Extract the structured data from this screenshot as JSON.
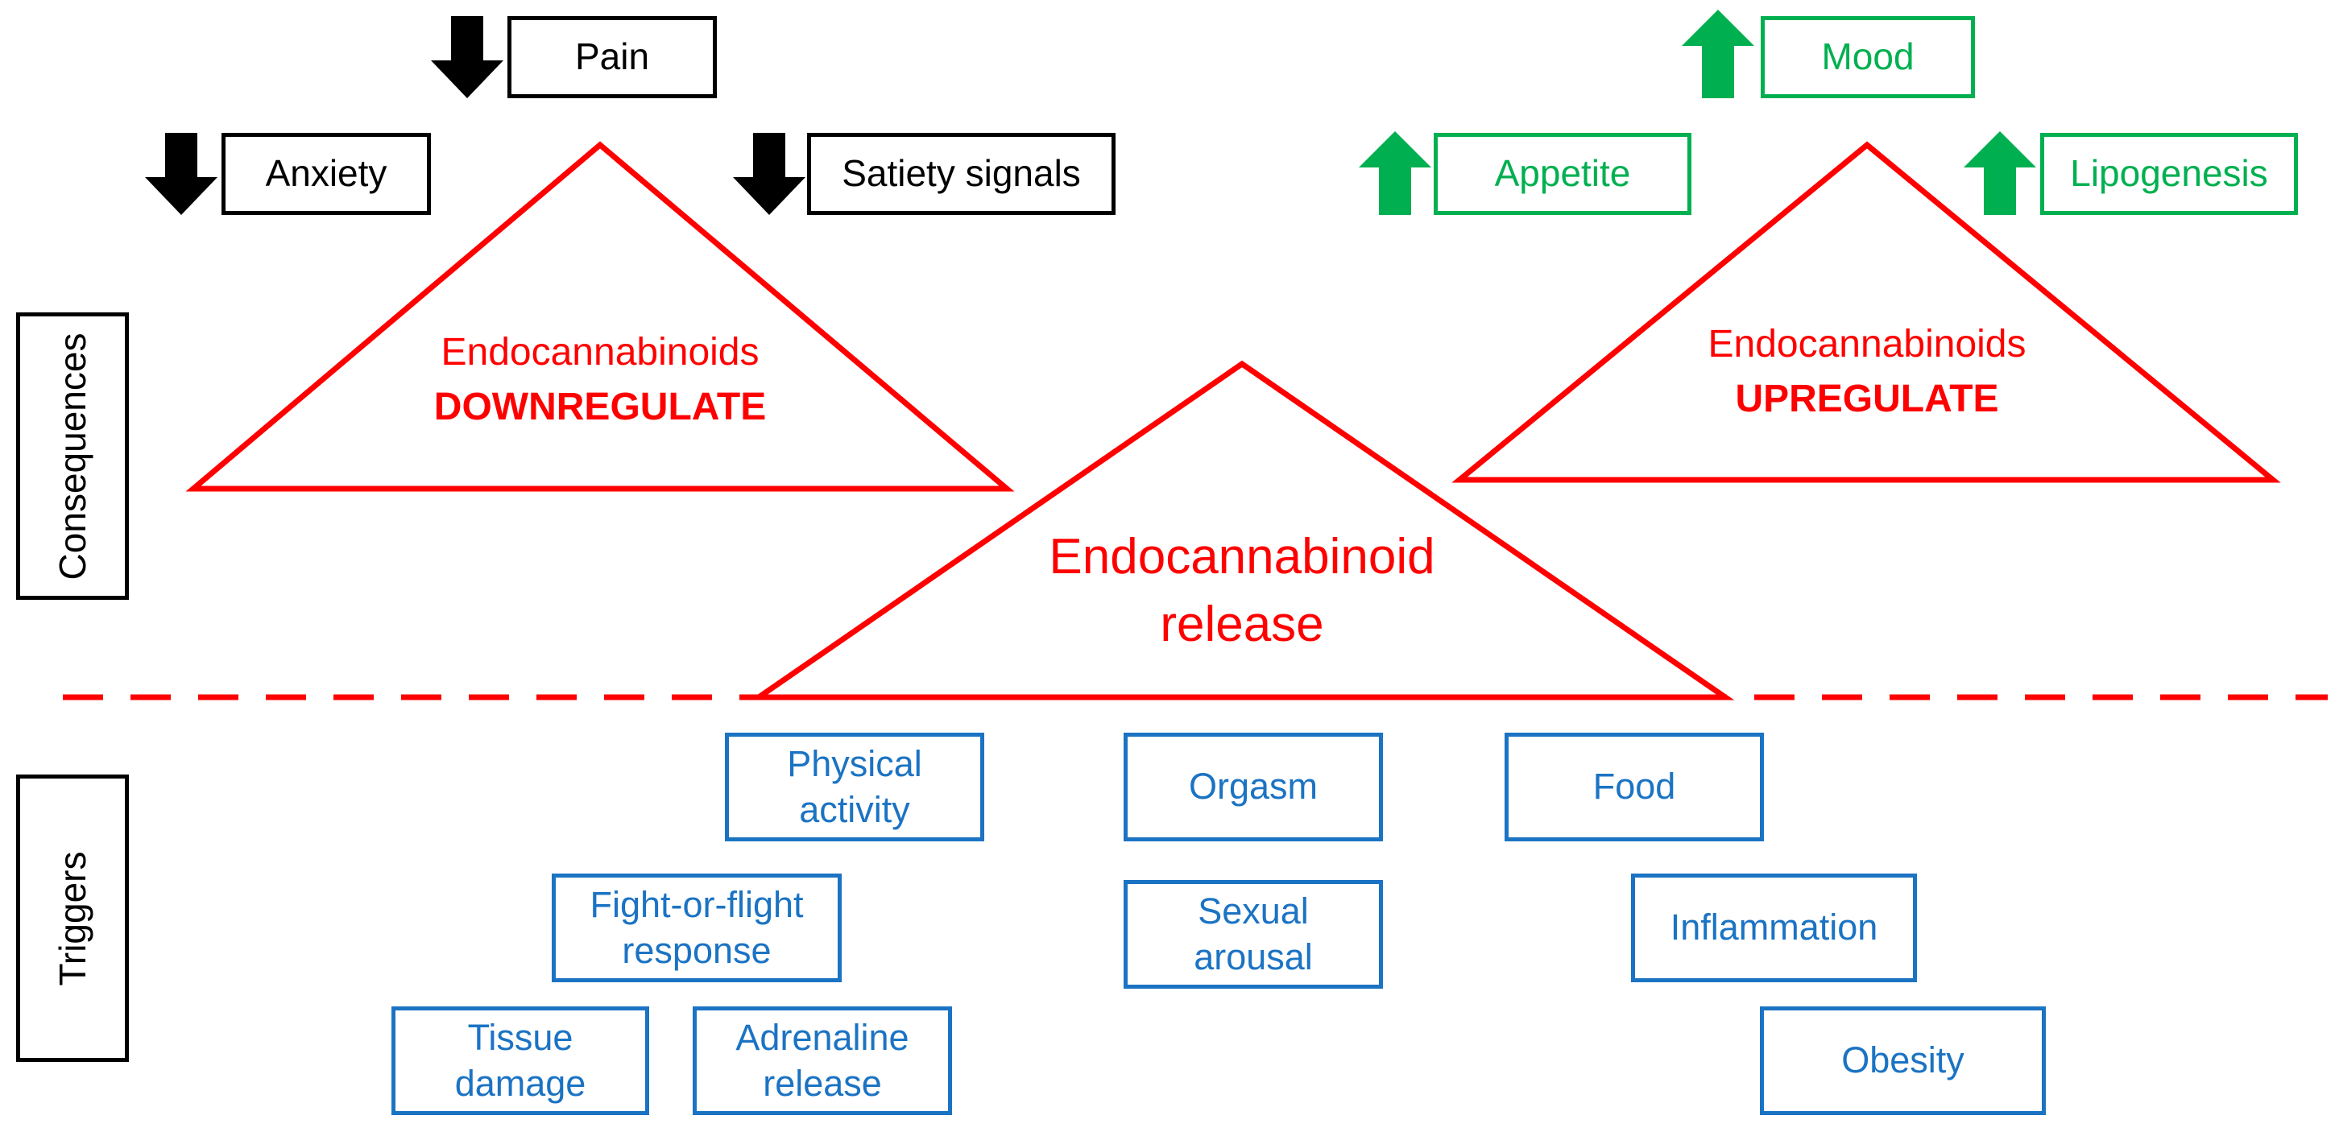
{
  "colors": {
    "triangle": "#ff0000",
    "down_arrow": "#000000",
    "up_arrow": "#00b050",
    "trigger": "#1b73c3",
    "divider": "#ff0000"
  },
  "side_labels": {
    "consequences": "Consequences",
    "triggers": "Triggers"
  },
  "triangles": {
    "downregulate": {
      "line1": "Endocannabinoids",
      "line2": "DOWNREGULATE"
    },
    "upregulate": {
      "line1": "Endocannabinoids",
      "line2": "UPREGULATE"
    },
    "release": {
      "line1": "Endocannabinoid",
      "line2": "release"
    }
  },
  "downregulated": {
    "pain": "Pain",
    "anxiety": "Anxiety",
    "satiety": "Satiety signals"
  },
  "upregulated": {
    "mood": "Mood",
    "appetite": "Appetite",
    "lipogenesis": "Lipogenesis"
  },
  "triggers": {
    "physical_activity": [
      "Physical",
      "activity"
    ],
    "orgasm": "Orgasm",
    "food": "Food",
    "fight_or_flight": [
      "Fight-or-flight",
      "response"
    ],
    "sexual_arousal": [
      "Sexual",
      "arousal"
    ],
    "inflammation": "Inflammation",
    "tissue_damage": [
      "Tissue",
      "damage"
    ],
    "adrenaline_release": [
      "Adrenaline",
      "release"
    ],
    "obesity": "Obesity"
  }
}
